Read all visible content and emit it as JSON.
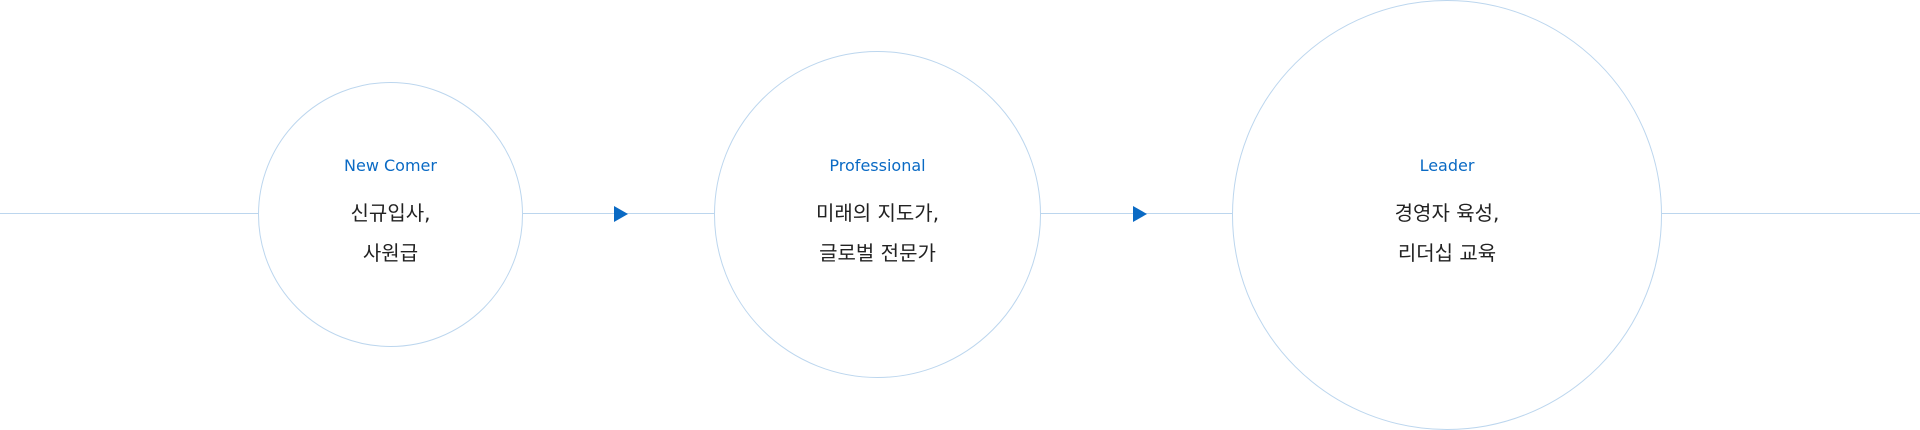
{
  "stages": [
    {
      "title": "New Comer",
      "lines": [
        "신규입사,",
        "사원급"
      ]
    },
    {
      "title": "Professional",
      "lines": [
        "미래의 지도가,",
        "글로벌 전문가"
      ]
    },
    {
      "title": "Leader",
      "lines": [
        "경영자 육성,",
        "리더십 교육"
      ]
    }
  ],
  "colors": {
    "accent": "#0a6ac4",
    "circle_border": "#bcd6ee"
  }
}
